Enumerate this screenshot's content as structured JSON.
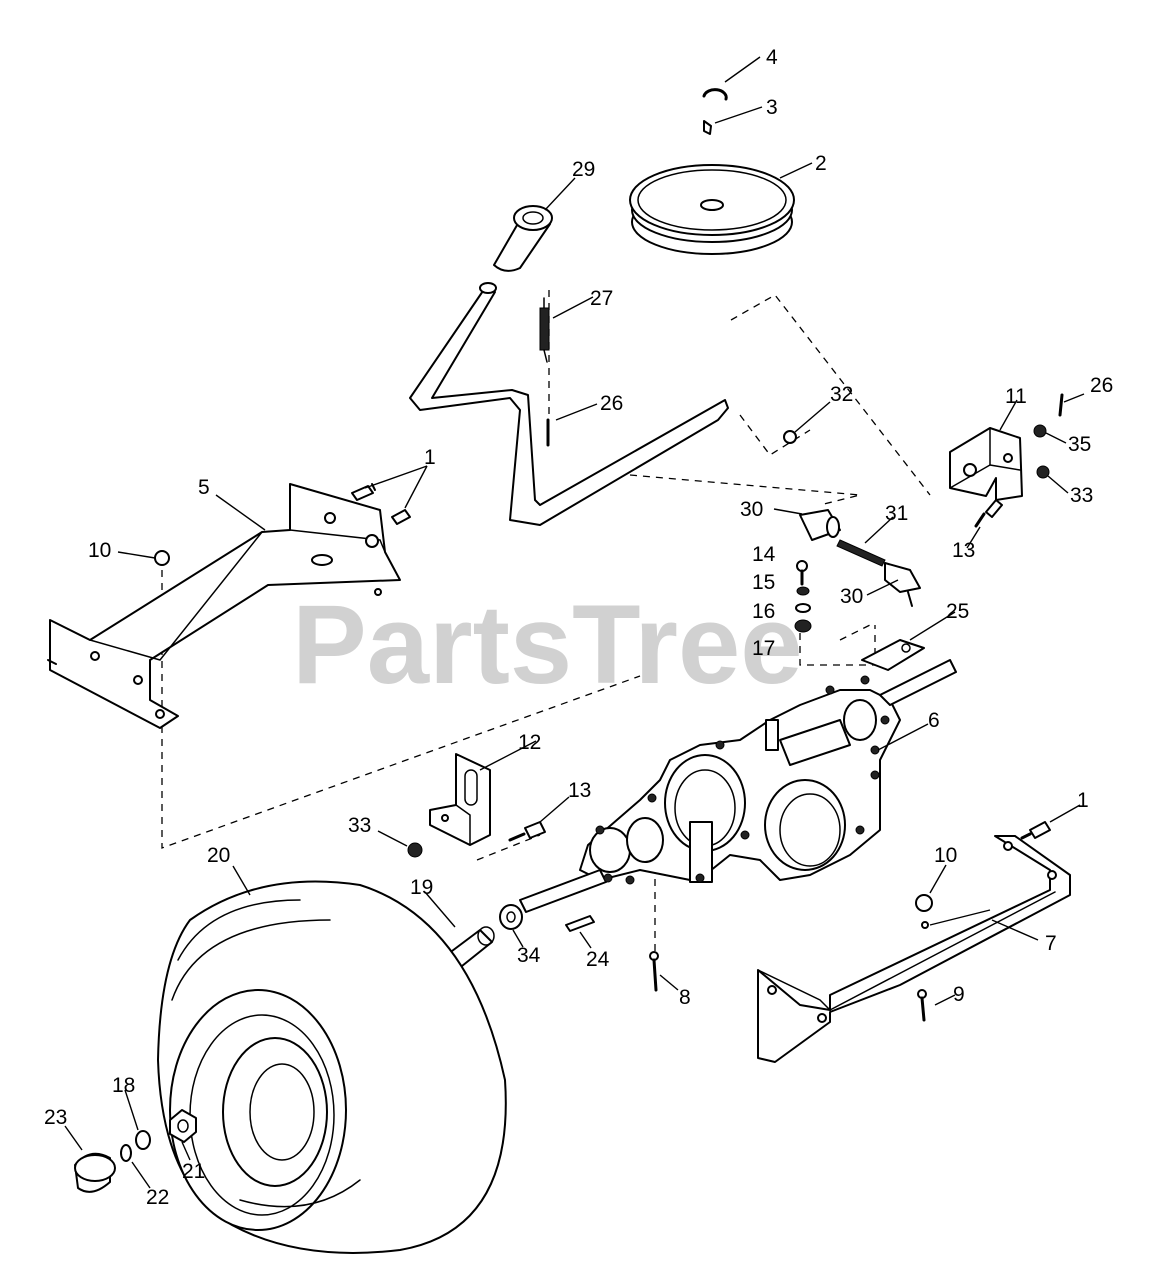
{
  "watermark": "PartsTree",
  "callouts": {
    "c1a": "1",
    "c1b": "1",
    "c2": "2",
    "c3": "3",
    "c4": "4",
    "c5": "5",
    "c6": "6",
    "c7": "7",
    "c8": "8",
    "c9": "9",
    "c10a": "10",
    "c10b": "10",
    "c11": "11",
    "c12": "12",
    "c13a": "13",
    "c13b": "13",
    "c14": "14",
    "c15": "15",
    "c16": "16",
    "c17": "17",
    "c18": "18",
    "c19": "19",
    "c20": "20",
    "c21": "21",
    "c22": "22",
    "c23": "23",
    "c24": "24",
    "c25": "25",
    "c26a": "26",
    "c26b": "26",
    "c27": "27",
    "c29": "29",
    "c30a": "30",
    "c30b": "30",
    "c31": "31",
    "c32": "32",
    "c33a": "33",
    "c33b": "33",
    "c34": "34",
    "c35": "35"
  }
}
